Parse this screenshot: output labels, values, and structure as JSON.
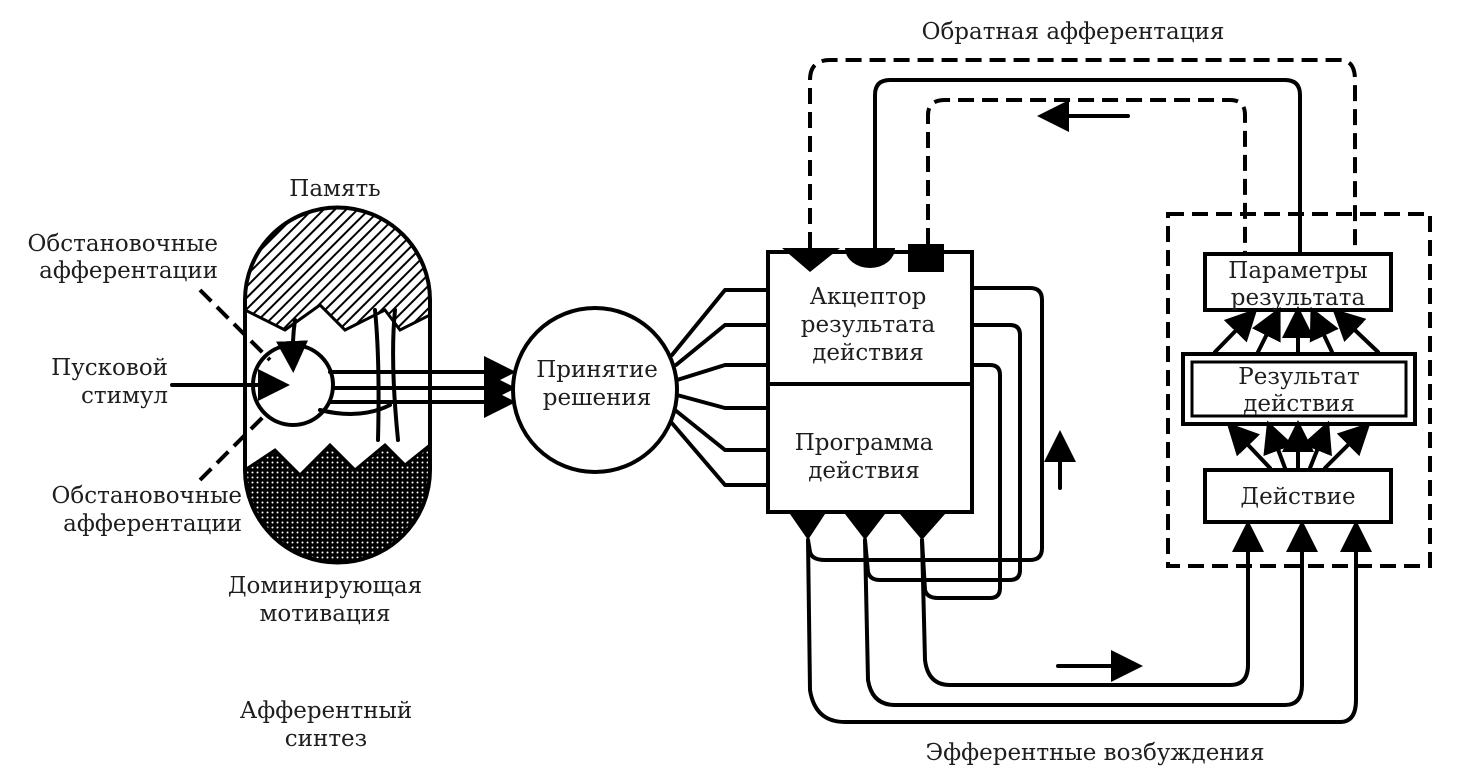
{
  "diagram": {
    "title": "Функциональная система",
    "labels": {
      "feedback": "Обратная афферентация",
      "memory": "Память",
      "situational_top": [
        "Обстановочные",
        "афферентации"
      ],
      "trigger": [
        "Пусковой",
        "стимул"
      ],
      "situational_bottom": [
        "Обстановочные",
        "афферентации"
      ],
      "motivation": [
        "Доминирующая",
        "мотивация"
      ],
      "afferent_synthesis": [
        "Афферентный",
        "синтез"
      ],
      "decision": [
        "Принятие",
        "решения"
      ],
      "acceptor": [
        "Акцептор",
        "результата",
        "действия"
      ],
      "program": [
        "Программа",
        "действия"
      ],
      "parameters": [
        "Параметры",
        "результата"
      ],
      "result": [
        "Результат",
        "действия"
      ],
      "action": "Действие",
      "efferent": "Эфферентные возбуждения"
    },
    "colors": {
      "ink": "#000000",
      "text": "#1e1e1e",
      "background": "#ffffff"
    }
  }
}
